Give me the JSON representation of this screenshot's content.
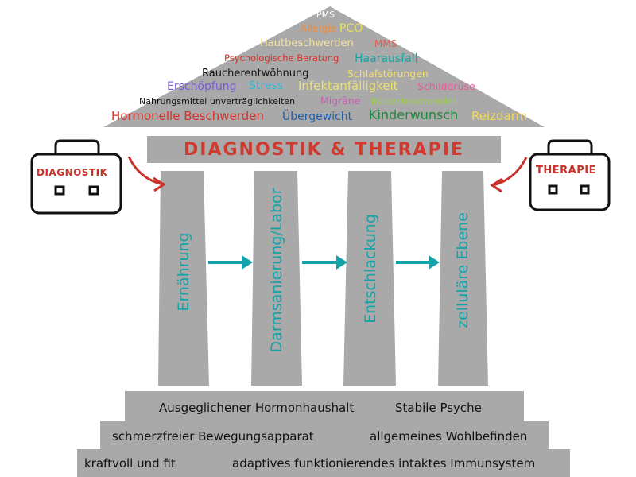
{
  "banner": {
    "title": "DIAGNOSTIK & THERAPIE"
  },
  "roof_words": [
    {
      "text": "PMS",
      "color": "#ffffff"
    },
    {
      "text": "Allergie",
      "color": "#f08a3c"
    },
    {
      "text": "PCO",
      "color": "#e8df5a"
    },
    {
      "text": "Hautbeschwerden",
      "color": "#f3e3a2"
    },
    {
      "text": "MMS",
      "color": "#e8574e"
    },
    {
      "text": "Psychologische Beratung",
      "color": "#d8322a"
    },
    {
      "text": "Haarausfall",
      "color": "#16a3a8"
    },
    {
      "text": "Raucherentwöhnung",
      "color": "#111111"
    },
    {
      "text": "Schlafstörungen",
      "color": "#f3e06a"
    },
    {
      "text": "Erschöpfung",
      "color": "#7b5cd6"
    },
    {
      "text": "Stress",
      "color": "#3bb3d1"
    },
    {
      "text": "Infektanfälligkeit",
      "color": "#eee16a"
    },
    {
      "text": "Schilddrüse",
      "color": "#e85a9a"
    },
    {
      "text": "Nahrungsmittel unverträglichkeiten",
      "color": "#111111"
    },
    {
      "text": "Migräne",
      "color": "#c85ab8"
    },
    {
      "text": "Rückenbeschwerden",
      "color": "#9ad04a"
    },
    {
      "text": "Hormonelle Beschwerden",
      "color": "#d8322a"
    },
    {
      "text": "Übergewicht",
      "color": "#1f5fa8"
    },
    {
      "text": "Kinderwunsch",
      "color": "#1f8a3a"
    },
    {
      "text": "Reizdarm",
      "color": "#f3d85a"
    }
  ],
  "cases": {
    "left_label": "DIAGNOSTIK",
    "right_label": "THERAPIE"
  },
  "pillars": [
    "Ernährung",
    "Darmsanierung/Labor",
    "Entschlackung",
    "zelluläre Ebene"
  ],
  "steps": {
    "top": [
      "Ausgeglichener Hormonhaushalt",
      "Stabile Psyche"
    ],
    "middle": [
      "schmerzfreier Bewegungsapparat",
      "allgemeines Wohlbefinden"
    ],
    "bottom": [
      "kraftvoll und fit",
      "adaptives funktionierendes intaktes Immunsystem"
    ]
  },
  "colors": {
    "stone": "#a9a9a9",
    "accent_teal": "#14a3a8",
    "accent_red": "#d13a2f"
  }
}
